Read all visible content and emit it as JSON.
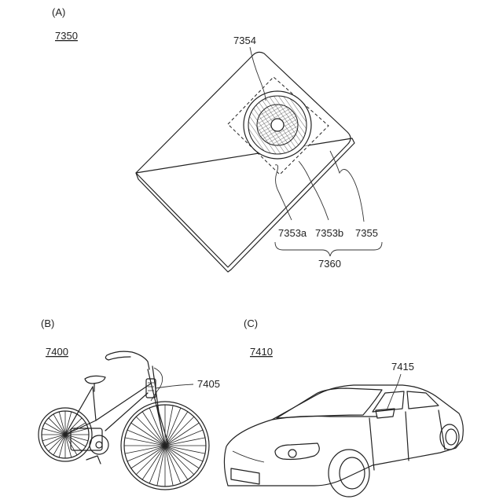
{
  "panel_a": {
    "tag": "(A)",
    "device_label": "7350",
    "callouts": {
      "top": "7354",
      "a": "7353a",
      "b": "7353b",
      "c": "7355",
      "group": "7360"
    }
  },
  "panel_b": {
    "tag": "(B)",
    "device_label": "7400",
    "callout": "7405"
  },
  "panel_c": {
    "tag": "(C)",
    "device_label": "7410",
    "callout": "7415"
  },
  "colors": {
    "ink": "#222222",
    "background": "#ffffff"
  }
}
